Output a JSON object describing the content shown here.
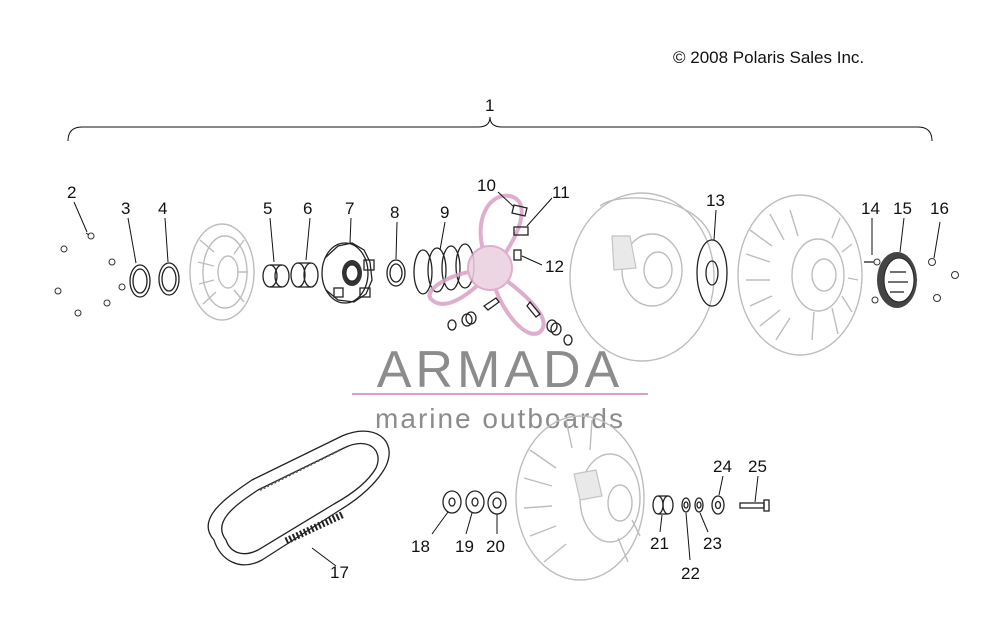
{
  "copyright": "© 2008 Polaris Sales Inc.",
  "watermark": {
    "brand": "ARMADA",
    "tagline": "marine outboards",
    "colors": {
      "gray": "#8c8c8c",
      "pink": "#d9a0c4"
    }
  },
  "callouts": {
    "c1": "1",
    "c2": "2",
    "c3": "3",
    "c4": "4",
    "c5": "5",
    "c6": "6",
    "c7": "7",
    "c8": "8",
    "c9": "9",
    "c10": "10",
    "c11": "11",
    "c12": "12",
    "c13": "13",
    "c14": "14",
    "c15": "15",
    "c16": "16",
    "c17": "17",
    "c18": "18",
    "c19": "19",
    "c20": "20",
    "c21": "21",
    "c22": "22",
    "c23": "23",
    "c24": "24",
    "c25": "25"
  }
}
